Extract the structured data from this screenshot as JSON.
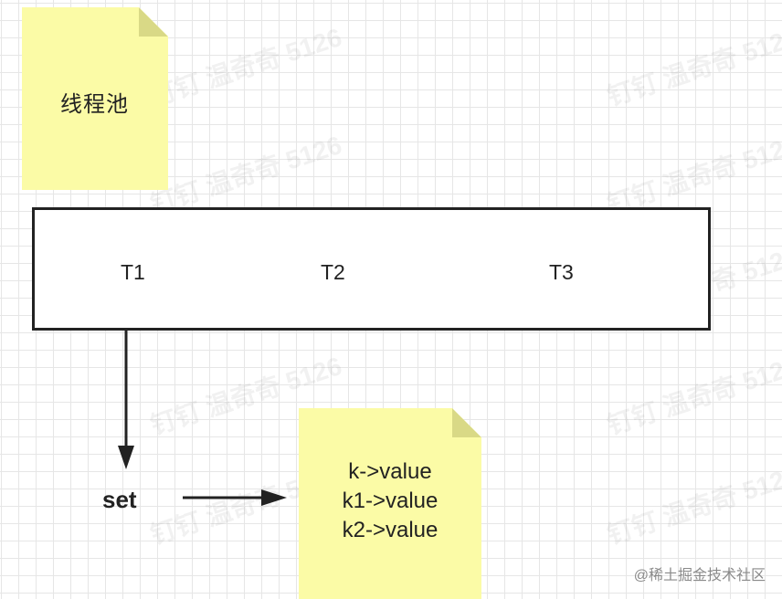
{
  "pool_note": {
    "label": "线程池"
  },
  "thread_pool": {
    "threads": [
      "T1",
      "T2",
      "T3"
    ]
  },
  "set_label": "set",
  "map_note": {
    "entries": [
      "k->value",
      "k1->value",
      "k2->value"
    ]
  },
  "watermark": "钉钉  温奇奇 5126",
  "credit": "@稀土掘金技术社区",
  "colors": {
    "note": "#fbfba6",
    "note_fold": "#d9d986",
    "line": "#222222",
    "grid": "#e6e6e6"
  }
}
